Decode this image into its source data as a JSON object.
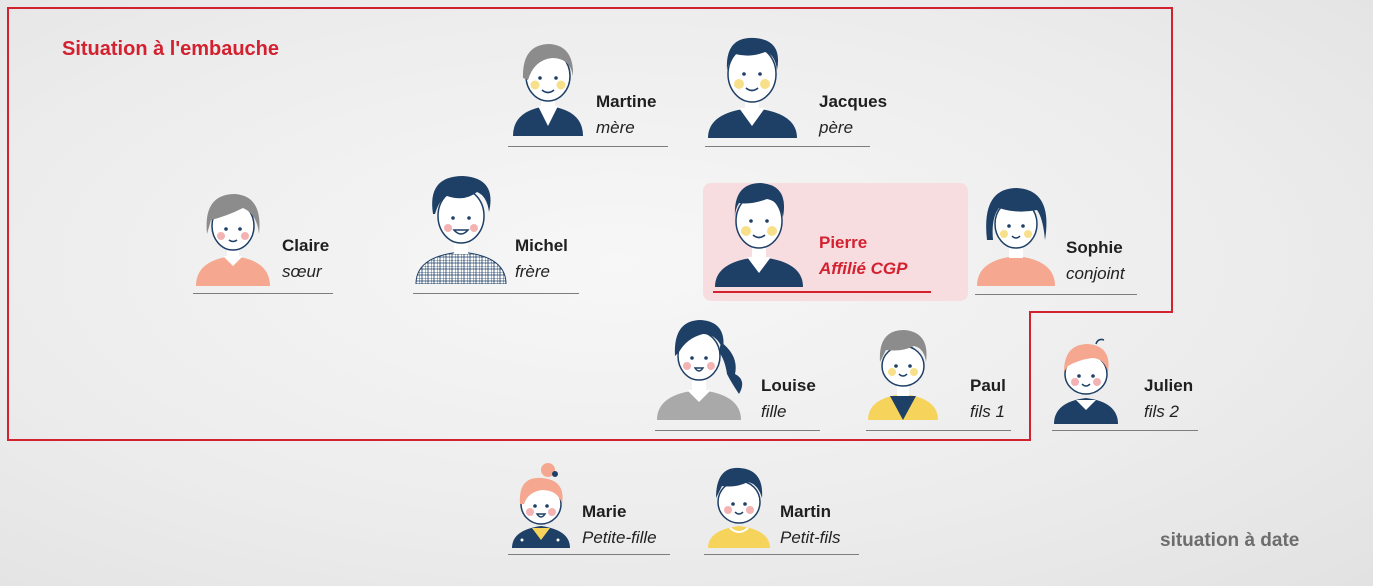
{
  "header": {
    "title": "Situation à l'embauche"
  },
  "footer": {
    "date_label": "situation à date"
  },
  "people": [
    {
      "id": "martine",
      "name": "Martine",
      "role": "mère"
    },
    {
      "id": "jacques",
      "name": "Jacques",
      "role": "père"
    },
    {
      "id": "claire",
      "name": "Claire",
      "role": "sœur"
    },
    {
      "id": "michel",
      "name": "Michel",
      "role": "frère"
    },
    {
      "id": "pierre",
      "name": "Pierre",
      "role": "Affilié CGP"
    },
    {
      "id": "sophie",
      "name": "Sophie",
      "role": "conjoint"
    },
    {
      "id": "louise",
      "name": "Louise",
      "role": "fille"
    },
    {
      "id": "paul",
      "name": "Paul",
      "role": "fils 1"
    },
    {
      "id": "julien",
      "name": "Julien",
      "role": "fils 2"
    },
    {
      "id": "marie",
      "name": "Marie",
      "role": "Petite-fille"
    },
    {
      "id": "martin",
      "name": "Martin",
      "role": "Petit-fils"
    }
  ],
  "colors": {
    "accent": "#d42130",
    "navy": "#1e3f66",
    "highlight": "#f8dde0",
    "line": "#7d7d7d"
  }
}
